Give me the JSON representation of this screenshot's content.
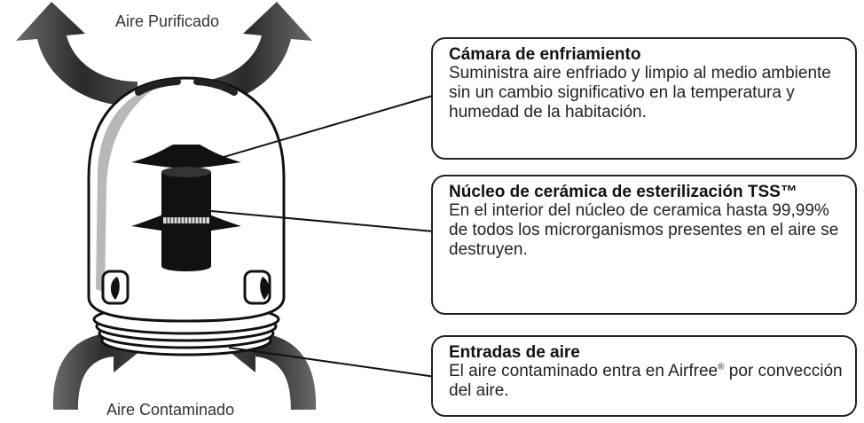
{
  "labels": {
    "top": "Aire Purificado",
    "bottom": "Aire Contaminado"
  },
  "callouts": [
    {
      "title": "Cámara de enfriamiento",
      "description": "Suministra aire enfriado y limpio al medio ambiente sin un cambio significativo en la temperatura y humedad de la habitación."
    },
    {
      "title": "Núcleo de cerámica de esterilización TSS™",
      "description": "En el interior del núcleo de ceramica hasta 99,99% de todos los microrganismos presentes en el aire se destruyen."
    },
    {
      "title": "Entradas de aire",
      "description_before": "El aire contaminado entra en Airfree",
      "description_sup": "®",
      "description_after": " por convección del aire."
    }
  ],
  "colors": {
    "arrow": "#3a3a3a",
    "device_outline": "#111111",
    "core": "#111111"
  }
}
